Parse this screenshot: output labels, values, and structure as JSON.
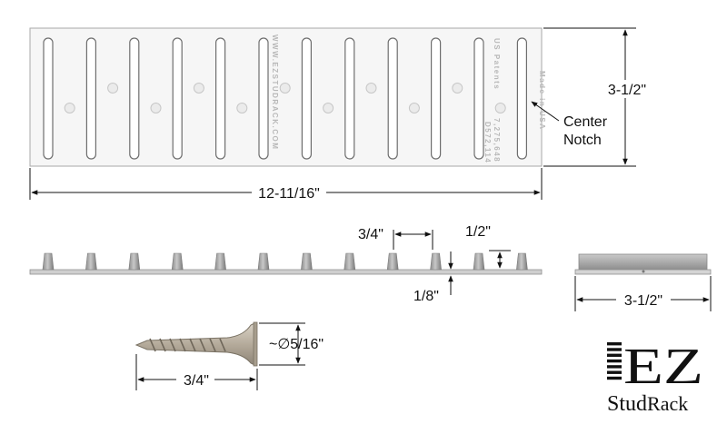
{
  "top_view": {
    "width_label": "12-11/16\"",
    "height_label": "3-1/2\"",
    "callout_label_line1": "Center",
    "callout_label_line2": "Notch",
    "embossed": {
      "website": "WWW.EZSTUDRACK.COM",
      "patents_label": "US Patents",
      "patent_1": "7,275,648",
      "patent_2": "D572,114",
      "made_in": "Made in USA"
    }
  },
  "side_view": {
    "spacing_label": "3/4\"",
    "height_label": "1/2\"",
    "thickness_label": "1/8\""
  },
  "end_view": {
    "width_label": "3-1/2\""
  },
  "screw": {
    "diameter_label": "~∅5/16\"",
    "length_label": "3/4\""
  },
  "logo": {
    "main": "EZ",
    "sub_a": "Stud",
    "sub_b": "Rack"
  },
  "colors": {
    "plate": "#f5f5f5",
    "plate_edge": "#9a9a9a",
    "dimension": "#111111",
    "emboss": "#b8b8b8"
  }
}
